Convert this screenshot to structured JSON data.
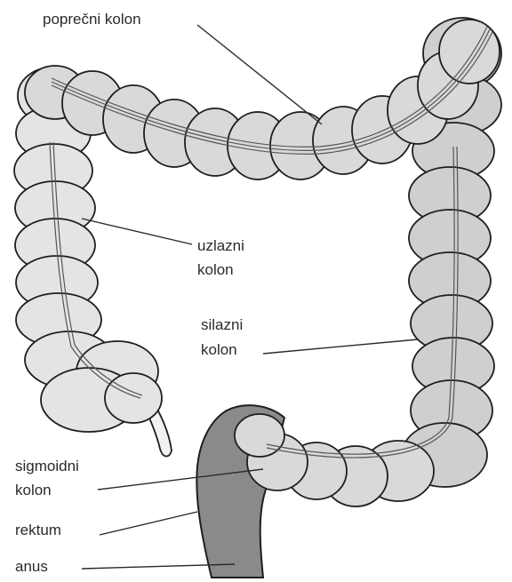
{
  "labels": {
    "transverse": "poprečni kolon",
    "ascending_1": "uzlazni",
    "ascending_2": "kolon",
    "descending_1": "silazni",
    "descending_2": "kolon",
    "sigmoid_1": "sigmoidni",
    "sigmoid_2": "kolon",
    "rectum": "rektum",
    "anus": "anus"
  },
  "colors": {
    "colon_fill": "#d9d9d9",
    "colon_outline": "#1e1e1e",
    "rectum_fill": "#8a8a8a",
    "taenia": "#555555",
    "appendix_fill": "#f2f2f2"
  }
}
